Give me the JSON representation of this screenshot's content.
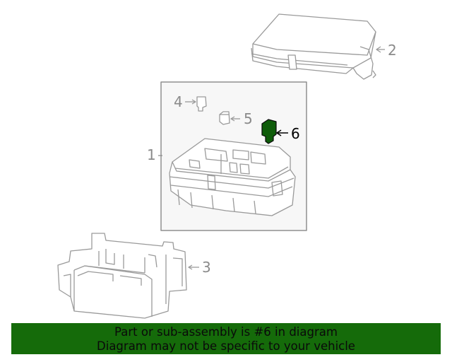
{
  "diagram": {
    "callouts": [
      {
        "id": "1",
        "label": "1",
        "part": "fuse-relay-box"
      },
      {
        "id": "2",
        "label": "2",
        "part": "box-cover"
      },
      {
        "id": "3",
        "label": "3",
        "part": "lower-bracket"
      },
      {
        "id": "4",
        "label": "4",
        "part": "fuse"
      },
      {
        "id": "5",
        "label": "5",
        "part": "small-relay"
      },
      {
        "id": "6",
        "label": "6",
        "part": "relay",
        "highlighted": true
      }
    ],
    "highlight_color": "#0f5c0a",
    "line_color": "#9a9a9a",
    "panel_background": "#f7f7f7"
  },
  "banner": {
    "line1": "Part or sub-assembly is #6 in diagram",
    "line2": "Diagram may not be specific to your vehicle",
    "background": "#156b0a"
  }
}
